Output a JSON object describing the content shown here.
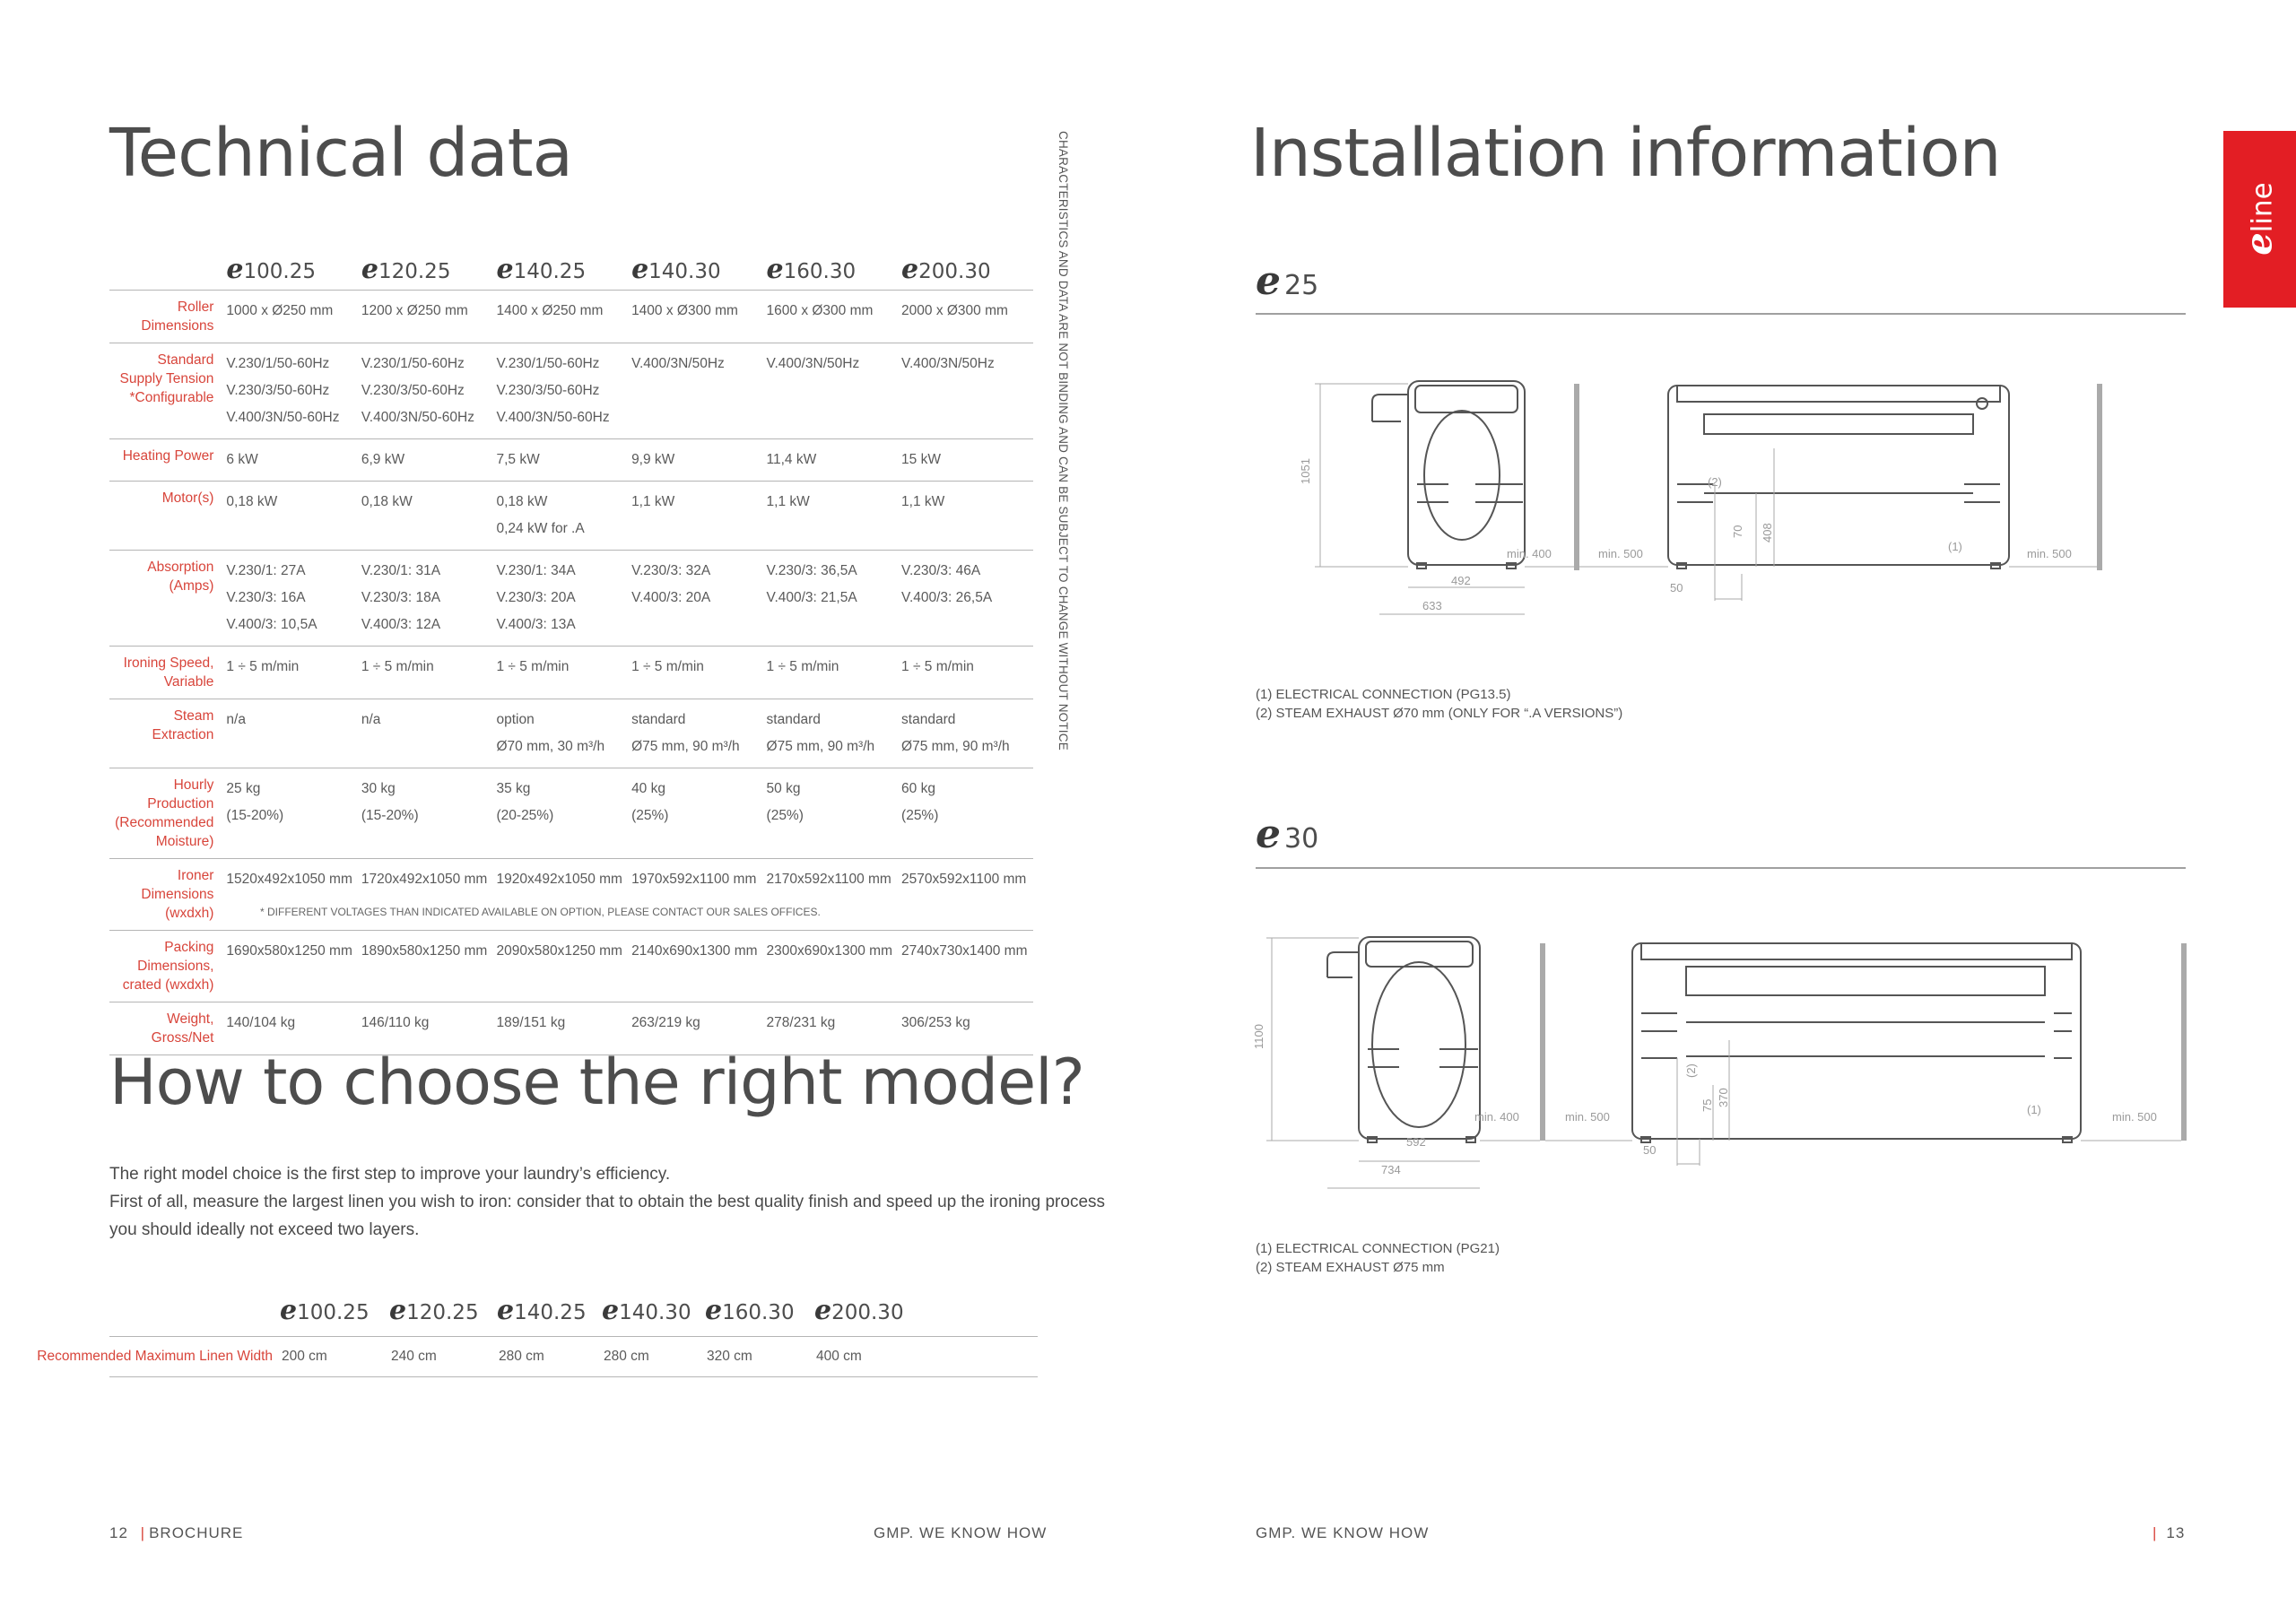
{
  "left": {
    "title": "Technical data",
    "models": [
      {
        "e": "e",
        "name": "100.25"
      },
      {
        "e": "e",
        "name": "120.25"
      },
      {
        "e": "e",
        "name": "140.25"
      },
      {
        "e": "e",
        "name": "140.30"
      },
      {
        "e": "e",
        "name": "160.30"
      },
      {
        "e": "e",
        "name": "200.30"
      }
    ],
    "rows": [
      {
        "label": "Roller Dimensions",
        "values": [
          [
            "1000 x Ø250 mm"
          ],
          [
            "1200 x Ø250 mm"
          ],
          [
            "1400 x Ø250 mm"
          ],
          [
            "1400 x Ø300 mm"
          ],
          [
            "1600 x Ø300 mm"
          ],
          [
            "2000 x Ø300 mm"
          ]
        ]
      },
      {
        "label": "Standard\nSupply Tension\n*Configurable",
        "values": [
          [
            "V.230/1/50-60Hz",
            "V.230/3/50-60Hz",
            "V.400/3N/50-60Hz"
          ],
          [
            "V.230/1/50-60Hz",
            "V.230/3/50-60Hz",
            "V.400/3N/50-60Hz"
          ],
          [
            "V.230/1/50-60Hz",
            "V.230/3/50-60Hz",
            "V.400/3N/50-60Hz"
          ],
          [
            "V.400/3N/50Hz"
          ],
          [
            "V.400/3N/50Hz"
          ],
          [
            "V.400/3N/50Hz"
          ]
        ]
      },
      {
        "label": "Heating Power",
        "values": [
          [
            "6 kW"
          ],
          [
            "6,9 kW"
          ],
          [
            "7,5 kW"
          ],
          [
            "9,9 kW"
          ],
          [
            "11,4 kW"
          ],
          [
            "15 kW"
          ]
        ]
      },
      {
        "label": "Motor(s)",
        "values": [
          [
            "0,18 kW"
          ],
          [
            "0,18 kW"
          ],
          [
            "0,18 kW",
            "0,24 kW for .A"
          ],
          [
            "1,1 kW"
          ],
          [
            "1,1 kW"
          ],
          [
            "1,1 kW"
          ]
        ]
      },
      {
        "label": "Absorption (Amps)",
        "values": [
          [
            "V.230/1: 27A",
            "V.230/3: 16A",
            "V.400/3: 10,5A"
          ],
          [
            "V.230/1: 31A",
            "V.230/3: 18A",
            "V.400/3: 12A"
          ],
          [
            "V.230/1: 34A",
            "V.230/3: 20A",
            "V.400/3: 13A"
          ],
          [
            "V.230/3: 32A",
            "V.400/3: 20A"
          ],
          [
            "V.230/3: 36,5A",
            "V.400/3: 21,5A"
          ],
          [
            "V.230/3: 46A",
            "V.400/3: 26,5A"
          ]
        ]
      },
      {
        "label": "Ironing Speed, Variable",
        "values": [
          [
            "1 ÷ 5 m/min"
          ],
          [
            "1 ÷ 5 m/min"
          ],
          [
            "1 ÷ 5 m/min"
          ],
          [
            "1 ÷ 5 m/min"
          ],
          [
            "1 ÷ 5 m/min"
          ],
          [
            "1 ÷ 5 m/min"
          ]
        ]
      },
      {
        "label": "Steam Extraction",
        "values": [
          [
            "n/a"
          ],
          [
            "n/a"
          ],
          [
            "option",
            "Ø70 mm, 30 m³/h"
          ],
          [
            "standard",
            "Ø75 mm, 90 m³/h"
          ],
          [
            "standard",
            "Ø75 mm, 90 m³/h"
          ],
          [
            "standard",
            "Ø75 mm, 90 m³/h"
          ]
        ]
      },
      {
        "label": "Hourly Production\n(Recommended\nMoisture)",
        "values": [
          [
            "25 kg",
            "(15-20%)"
          ],
          [
            "30 kg",
            "(15-20%)"
          ],
          [
            "35 kg",
            "(20-25%)"
          ],
          [
            "40 kg",
            "(25%)"
          ],
          [
            "50 kg",
            "(25%)"
          ],
          [
            "60 kg",
            "(25%)"
          ]
        ]
      },
      {
        "label": "Ironer Dimensions\n(wxdxh)",
        "values": [
          [
            "1520x492x1050 mm"
          ],
          [
            "1720x492x1050 mm"
          ],
          [
            "1920x492x1050 mm"
          ],
          [
            "1970x592x1100 mm"
          ],
          [
            "2170x592x1100 mm"
          ],
          [
            "2570x592x1100 mm"
          ]
        ]
      },
      {
        "label": "Packing Dimensions,\ncrated (wxdxh)",
        "values": [
          [
            "1690x580x1250 mm"
          ],
          [
            "1890x580x1250  mm"
          ],
          [
            "2090x580x1250 mm"
          ],
          [
            "2140x690x1300  mm"
          ],
          [
            "2300x690x1300  mm"
          ],
          [
            "2740x730x1400 mm"
          ]
        ]
      },
      {
        "label": "Weight, Gross/Net",
        "values": [
          [
            "140/104 kg"
          ],
          [
            "146/110 kg"
          ],
          [
            "189/151 kg"
          ],
          [
            "263/219 kg"
          ],
          [
            "278/231 kg"
          ],
          [
            "306/253 kg"
          ]
        ]
      }
    ],
    "footnote": "* DIFFERENT VOLTAGES THAN INDICATED AVAILABLE ON OPTION, PLEASE CONTACT OUR SALES OFFICES.",
    "vertical_note": "CHARACTERISTICS AND DATA ARE NOT BINDING AND CAN BE SUBJECT TO CHANGE WITHOUT NOTICE",
    "choose_title": "How to choose the right model?",
    "choose_para": [
      "The right model choice is the first step to improve your laundry’s efficiency.",
      "First of all, measure the largest linen you wish to iron: consider that to obtain the best quality finish and speed up the ironing process",
      "you should ideally not exceed two layers."
    ],
    "rec_label": "Recommended Maximum Linen Width",
    "rec_values": [
      "200 cm",
      "240 cm",
      "280 cm",
      "280 cm",
      "320 cm",
      "400 cm"
    ],
    "footer_page": "12",
    "footer_sep": "|",
    "footer_brochure": "BROCHURE",
    "footer_right": "GMP. WE KNOW HOW"
  },
  "right": {
    "title": "Installation information",
    "tab_e": "e",
    "tab_line": "line",
    "tab_color": "#e31e24",
    "accent_color": "#d8453b",
    "s25": {
      "e": "e",
      "num": "25",
      "dims": {
        "h": "1051",
        "w1": "492",
        "w2": "633",
        "min400": "min. 400",
        "min500a": "min. 500",
        "min500b": "min. 500",
        "d50": "50",
        "d70": "70",
        "d408": "408",
        "m1": "(1)",
        "m2": "(2)"
      },
      "notes": [
        "(1) ELECTRICAL CONNECTION (PG13.5)",
        "(2) STEAM EXHAUST Ø70 mm (ONLY FOR “.A VERSIONS”)"
      ]
    },
    "s30": {
      "e": "e",
      "num": "30",
      "dims": {
        "h": "1100",
        "w1": "592",
        "w2": "734",
        "min400": "min. 400",
        "min500a": "min. 500",
        "min500b": "min. 500",
        "d50": "50",
        "d75": "75",
        "d370": "370",
        "m1": "(1)",
        "m2": "(2)"
      },
      "notes": [
        "(1) ELECTRICAL CONNECTION (PG21)",
        "(2) STEAM EXHAUST Ø75 mm"
      ]
    },
    "footer_left": "GMP. WE KNOW HOW",
    "footer_sep": "|",
    "footer_page": "13"
  }
}
